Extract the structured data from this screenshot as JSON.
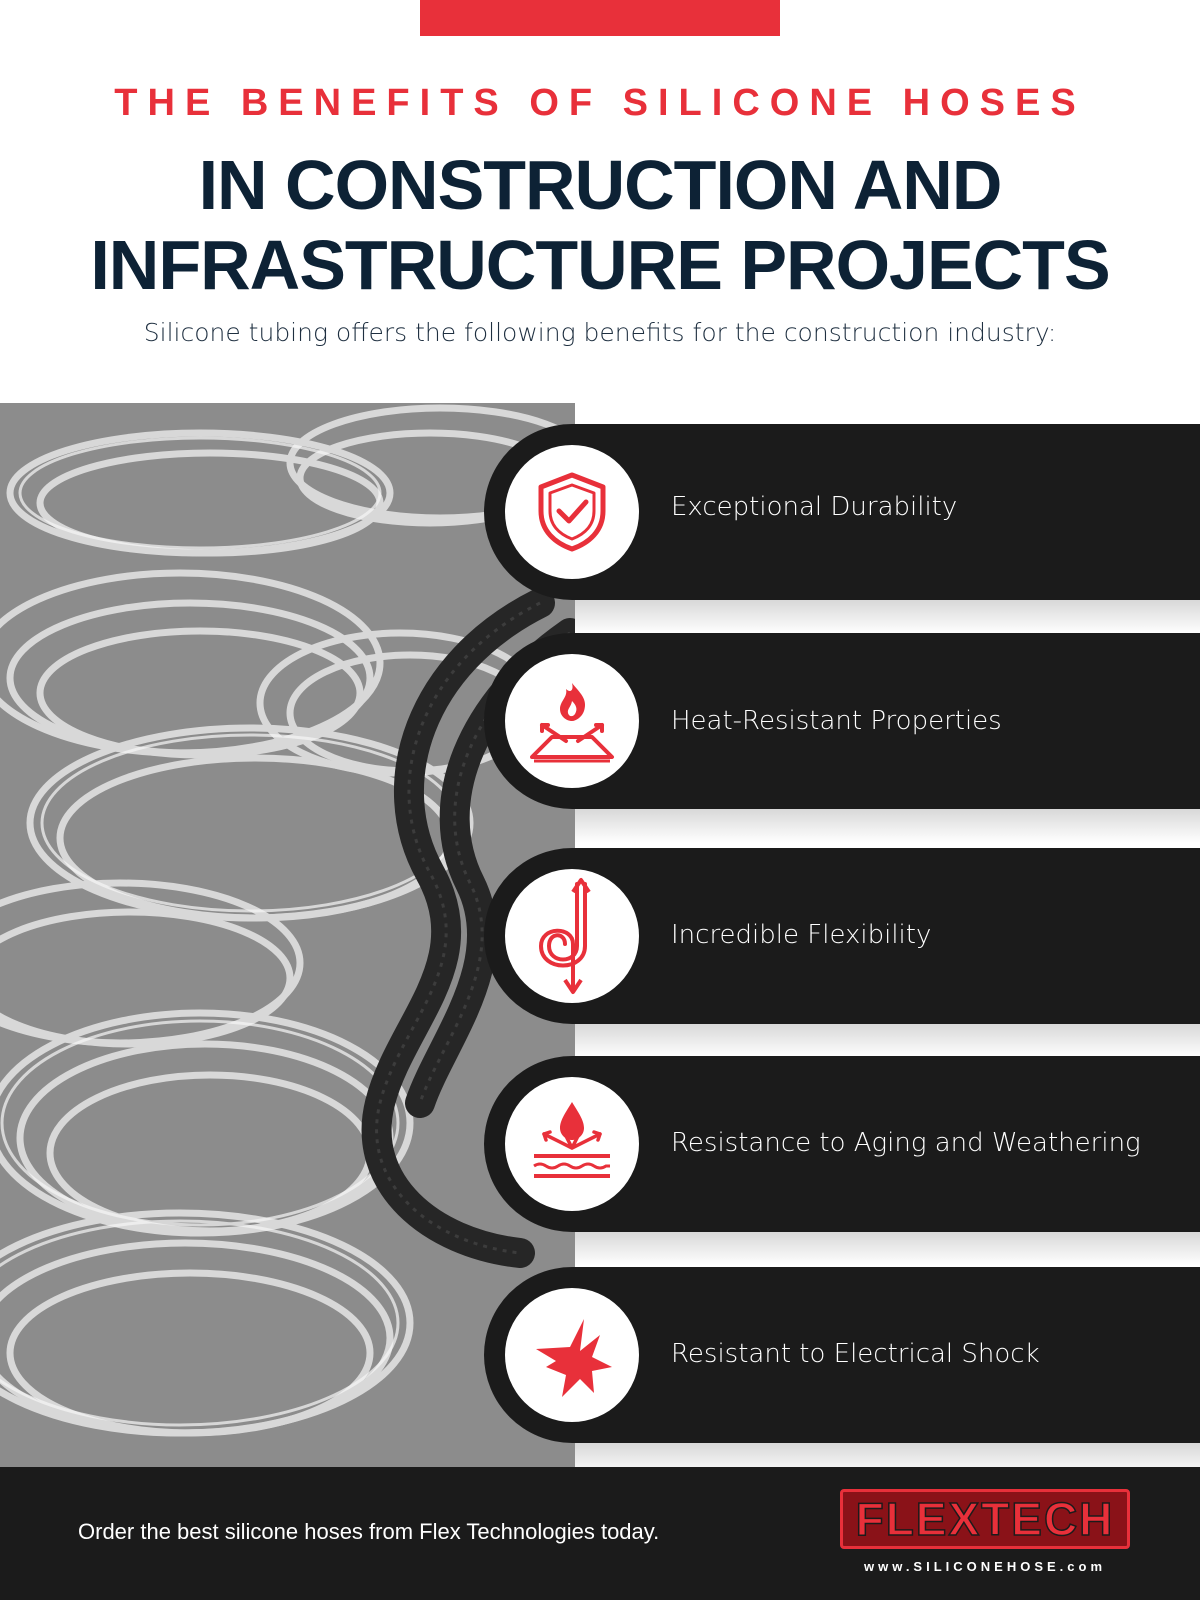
{
  "header": {
    "kicker": "THE BENEFITS OF SILICONE HOSES",
    "title_line1": "IN CONSTRUCTION AND",
    "title_line2": "INFRASTRUCTURE PROJECTS",
    "subtitle": "Silicone tubing offers the following benefits for the construction industry:"
  },
  "benefits": [
    {
      "label": "Exceptional Durability",
      "icon": "shield-check-icon"
    },
    {
      "label": "Heat-Resistant Properties",
      "icon": "flame-shield-icon"
    },
    {
      "label": "Incredible Flexibility",
      "icon": "flexible-hose-icon"
    },
    {
      "label": "Resistance to Aging and Weathering",
      "icon": "water-drop-repel-icon"
    },
    {
      "label": "Resistant to Electrical Shock",
      "icon": "electric-spark-icon"
    }
  ],
  "footer": {
    "cta": "Order the best silicone hoses from Flex Technologies today.",
    "logo_text": "FLEXTECH",
    "logo_url": "www.SILICONEHOSE.com"
  },
  "colors": {
    "accent": "#e8303a",
    "navy": "#0d2235",
    "dark": "#1b1b1b"
  }
}
